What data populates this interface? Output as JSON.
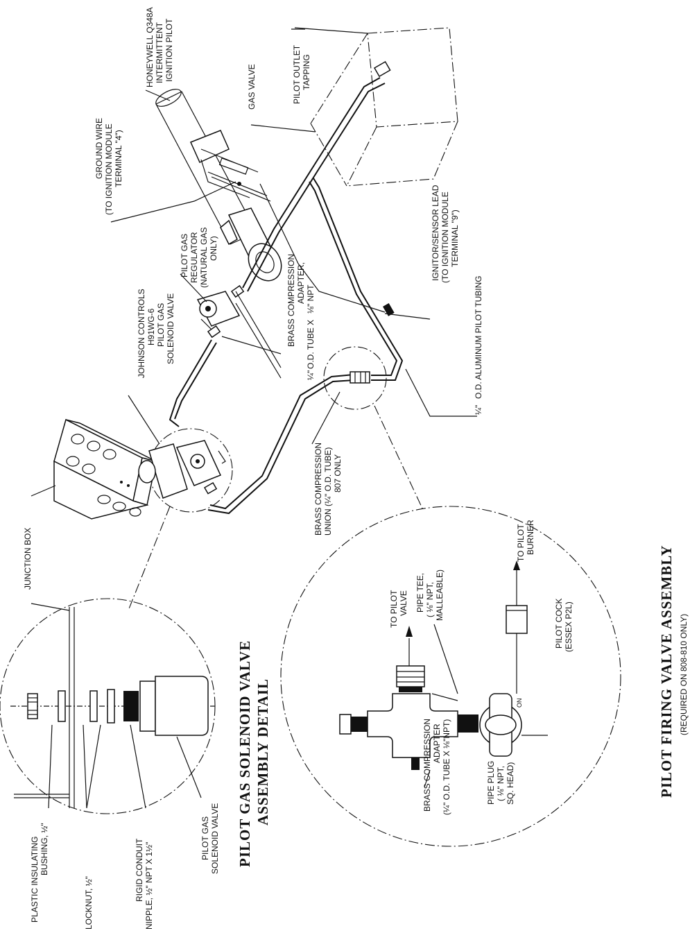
{
  "labels": {
    "honeywell": "HONEYWELL Q348A",
    "intermittent": "INTERMITTENT",
    "ignition_pilot": "IGNITION PILOT",
    "gas_valve": "GAS VALVE",
    "pilot_outlet_1": "PILOT OUTLET",
    "pilot_outlet_2": "TAPPING",
    "ground_wire_1": "GROUND WIRE",
    "ground_wire_2": "(TO IGNITION MODULE",
    "ground_wire_3": "TERMINAL \"4\")",
    "ignitor_1": "IGNITOR/SENSOR LEAD",
    "ignitor_2": "(TO IGNITION MODULE",
    "ignitor_3": "TERMINAL \"9\")",
    "aluminum_tubing": "O.D. ALUMINUM PILOT TUBING",
    "pilot_regulator_1": "PILOT GAS",
    "pilot_regulator_2": "REGULATOR",
    "pilot_regulator_3": "(NATURAL GAS",
    "pilot_regulator_4": "ONLY)",
    "brass_adapter_1": "BRASS COMPRESSION",
    "brass_adapter_2": "ADAPTER,",
    "brass_adapter_3": "O.D. TUBE X",
    "brass_adapter_4": "NPT",
    "johnson_1": "JOHNSON CONTROLS",
    "johnson_2": "H91WG-6",
    "johnson_3": "PILOT GAS",
    "johnson_4": "SOLENOID VALVE",
    "junction_box": "JUNCTION BOX",
    "brass_union_1": "BRASS COMPRESSION",
    "brass_union_2": "UNION (",
    "brass_union_3": "O.D. TUBE)",
    "brass_union_4": "807 ONLY",
    "plastic_bushing_1": "PLASTIC INSULATING",
    "plastic_bushing_2": "BUSHING,",
    "locknut": "LOCKNUT,",
    "rigid_conduit_1": "RIGID CONDUIT",
    "rigid_conduit_2": "NIPPLE,",
    "rigid_conduit_3": "NPT X 1",
    "pilot_gas_sol_1": "PILOT GAS",
    "pilot_gas_sol_2": "SOLENOID VALVE",
    "to_pilot_valve_1": "TO PILOT",
    "to_pilot_valve_2": "VALVE",
    "pipe_tee_1": "PIPE TEE,",
    "pipe_tee_2": "NPT,",
    "pipe_tee_3": "MALLEABLE)",
    "to_pilot_burner_1": "TO PILOT",
    "to_pilot_burner_2": "BURNER",
    "pilot_cock_1": "PILOT COCK",
    "pilot_cock_2": "(ESSEX P2L)",
    "brass_adapter2_1": "BRASS COMPRESSION",
    "brass_adapter2_2": "ADAPTER",
    "brass_adapter2_3": "O.D. TUBE X",
    "brass_adapter2_4": "NPT)",
    "pipe_plug_1": "PIPE PLUG",
    "pipe_plug_2": "NPT,",
    "pipe_plug_3": "SQ. HEAD)",
    "on_mark": "ON"
  },
  "titles": {
    "solenoid_1": "PILOT GAS SOLENOID VALVE",
    "solenoid_2": "ASSEMBLY DETAIL",
    "firing_1": "PILOT FIRING VALVE ASSEMBLY",
    "firing_2": "(REQUIRED ON 808-810 ONLY)"
  }
}
